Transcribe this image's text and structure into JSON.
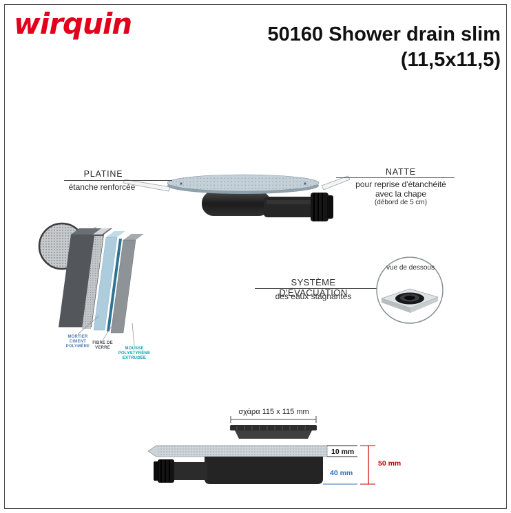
{
  "page": {
    "brand": "wirquin",
    "title_line1": "50160 Shower drain slim",
    "title_line2": "(11,5x11,5)"
  },
  "side_view": {
    "platine": {
      "label": "PLATINE",
      "sub": "étanche renforcée"
    },
    "natte": {
      "label": "NATTE",
      "line1": "pour reprise d'étanchéité",
      "line2": "avec la chape",
      "line3": "(débord de 5 cm)"
    }
  },
  "layers_diagram": {
    "labels": [
      "MORTIER CIMENT POLYMÈRE",
      "FIBRE DE VERRE",
      "MOUSSE POLYSTYRÈNE EXTRUDÉE"
    ]
  },
  "evacuation": {
    "title": "SYSTÈME D'ÉVACUATION",
    "subtitle": "des eaux stagnantes",
    "detail_caption": "vue de dessous"
  },
  "bottom_view": {
    "grate_dim": "σχάρα 115 x 115 mm",
    "dim_10": "10 mm",
    "dim_40": "40 mm",
    "dim_50": "50 mm"
  },
  "colors": {
    "brand_red": "#e2001a",
    "dim_blue": "#2f6fc1",
    "dim_red": "#c00000",
    "layer_label_blue": "#4a7fb5",
    "layer_label_teal": "#00a3ad"
  }
}
